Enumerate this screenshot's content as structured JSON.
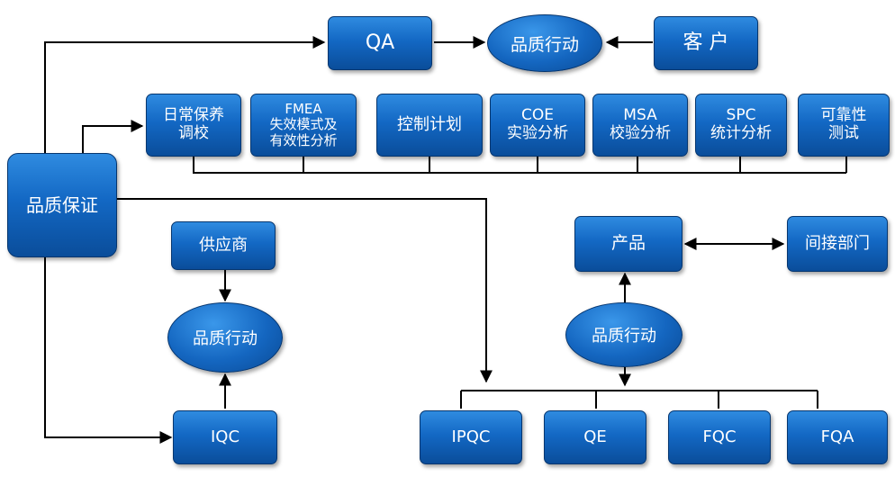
{
  "nodes": {
    "qa": "QA",
    "quality_action_top": "品质行动",
    "customer": "客 户",
    "daily_maintenance": [
      "日常保养",
      "调校"
    ],
    "fmea": [
      "FMEA",
      "失效模式及",
      "有效性分析"
    ],
    "control_plan": "控制计划",
    "coe": [
      "COE",
      "实验分析"
    ],
    "msa": [
      "MSA",
      "校验分析"
    ],
    "spc": [
      "SPC",
      "统计分析"
    ],
    "reliability": [
      "可靠性",
      "测试"
    ],
    "quality_assurance": "品质保证",
    "supplier": "供应商",
    "quality_action_left": "品质行动",
    "iqc": "IQC",
    "product": "产品",
    "indirect_dept": "间接部门",
    "quality_action_right": "品质行动",
    "ipqc": "IPQC",
    "qe": "QE",
    "fqc": "FQC",
    "fqa": "FQA"
  },
  "colors": {
    "box_top": "#2f8be0",
    "box_bottom": "#0a4d9a",
    "line": "#000000",
    "text": "#ffffff"
  }
}
